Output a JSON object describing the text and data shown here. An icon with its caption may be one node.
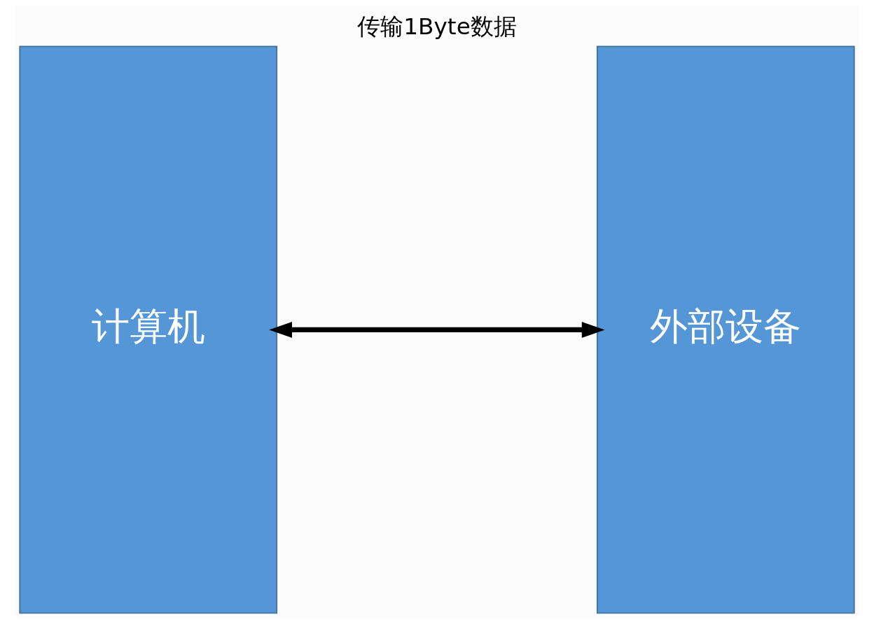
{
  "diagram": {
    "title": "传输1Byte数据",
    "nodes": [
      {
        "text": [
          "计算机"
        ]
      },
      {
        "text": [
          "外部设备"
        ]
      }
    ],
    "edges": [
      {
        "from": 0,
        "to": 1,
        "arrow": "both"
      }
    ]
  }
}
